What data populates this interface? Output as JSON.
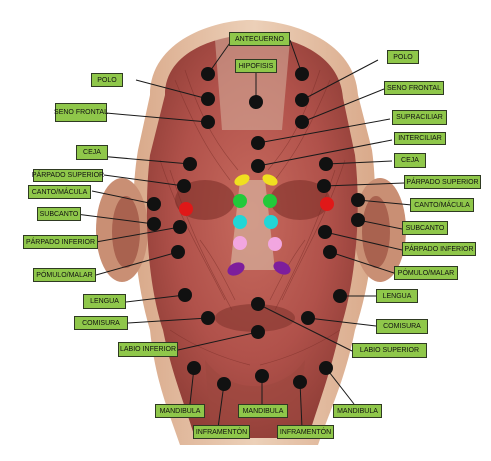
{
  "labels": {
    "antecuerno": "ANTECUERNO",
    "hipofisis": "HIPOFISIS",
    "polo": "POLO",
    "seno_frontal": "SENO FRONTAL",
    "supraciliar": "SUPRACILIAR",
    "interciliar": "INTERCILIAR",
    "ceja": "CEJA",
    "parpado_superior": "PÁRPADO SUPERIOR",
    "canto_macula": "CANTO/MÁCULA",
    "subcanto": "SUBCANTO",
    "parpado_inferior": "PÁRPADO INFERIOR",
    "pomulo_malar": "PÓMULO/MALAR",
    "lengua": "LENGUA",
    "comisura": "COMISURA",
    "labio_inferior": "LABIO INFERIOR",
    "labio_superior": "LABIO SUPERIOR",
    "mandibula": "MANDIBULA",
    "inframenton": "INFRAMENTÓN"
  },
  "colors": {
    "dot": "#111111",
    "red": "#e01818",
    "green": "#22c93a",
    "yellow": "#f0e020",
    "cyan": "#22d6d6",
    "pink": "#f2a6e0",
    "purple": "#7d1e9c",
    "label_fill": "#8fc74a",
    "muscle": "#b5544a",
    "skin": "#e7c3a6"
  }
}
